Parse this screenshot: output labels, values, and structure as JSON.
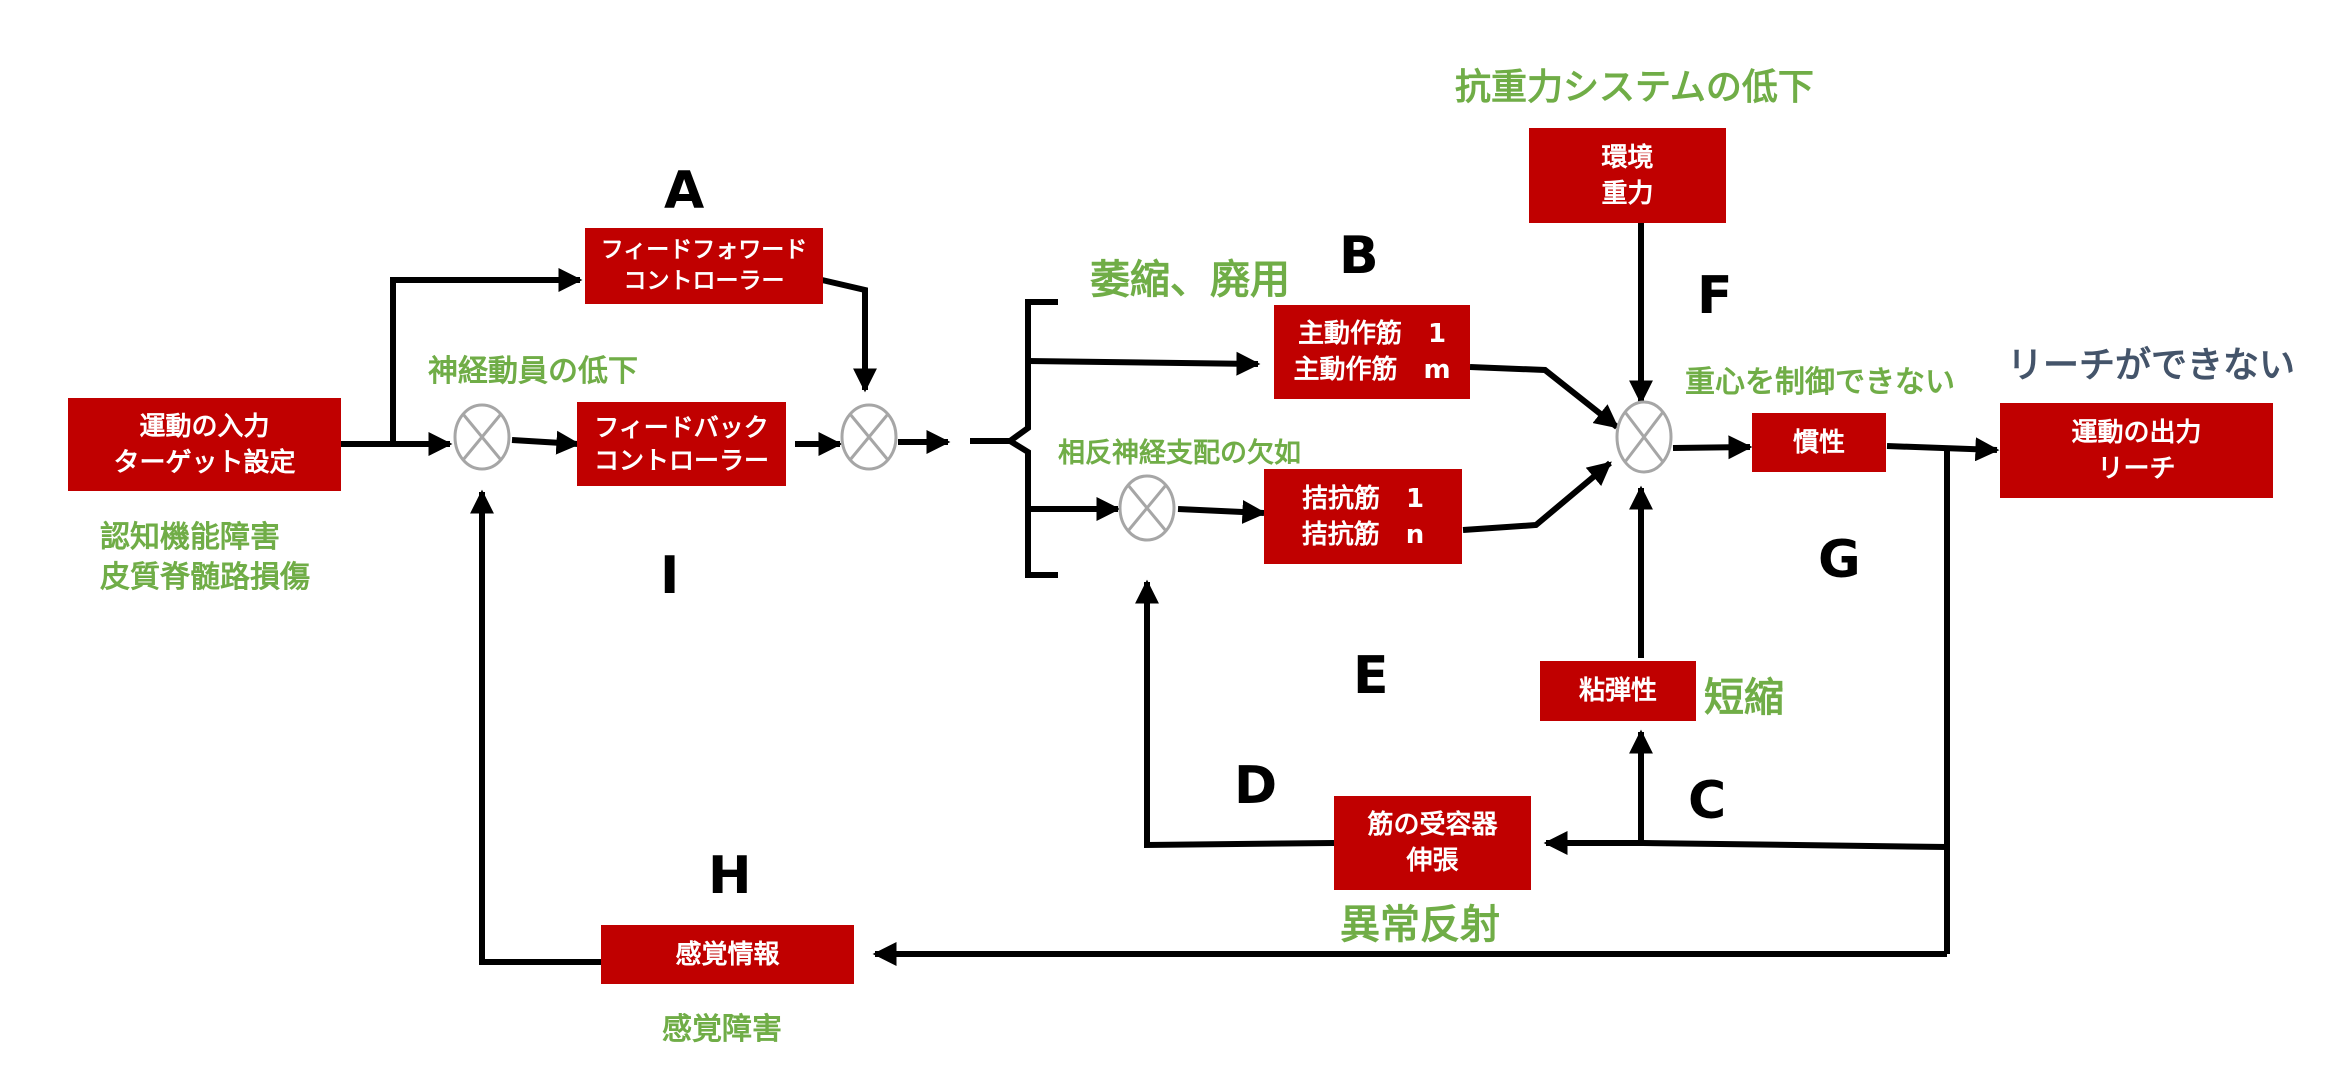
{
  "blocks": {
    "input": [
      "運動の入力",
      "ターゲット設定"
    ],
    "feedforward": [
      "フィードフォワード",
      "コントローラー"
    ],
    "feedback": [
      "フィードバック",
      "コントローラー"
    ],
    "agonist": [
      "主動作筋　1",
      "主動作筋　m"
    ],
    "antagonist": [
      "拮抗筋　1",
      "拮抗筋　n"
    ],
    "environment": [
      "環境",
      "重力"
    ],
    "inertia": [
      "慣性"
    ],
    "output": [
      "運動の出力",
      "リーチ"
    ],
    "viscoelastic": [
      "粘弾性"
    ],
    "receptor": [
      "筋の受容器",
      "伸張"
    ],
    "sensory": [
      "感覚情報"
    ]
  },
  "annotations": {
    "cognitive": [
      "認知機能障害",
      "皮質脊髄路損傷"
    ],
    "neural_recruitment": "神経動員の低下",
    "atrophy": "萎縮、廃用",
    "reciprocal": "相反神経支配の欠如",
    "antigravity": "抗重力システムの低下",
    "center_of_gravity": "重心を制御できない",
    "shortening": "短縮",
    "abnormal_reflex": "異常反射",
    "sensory_impairment": "感覚障害",
    "cannot_reach": "リーチができない"
  },
  "letters": {
    "A": "A",
    "B": "B",
    "C": "C",
    "D": "D",
    "E": "E",
    "F": "F",
    "G": "G",
    "H": "H",
    "I": "I"
  },
  "colors": {
    "block": "#c00000",
    "annotation": "#70ad47",
    "headline": "#44546a",
    "line": "#000000",
    "junction": "#a6a6a6"
  }
}
